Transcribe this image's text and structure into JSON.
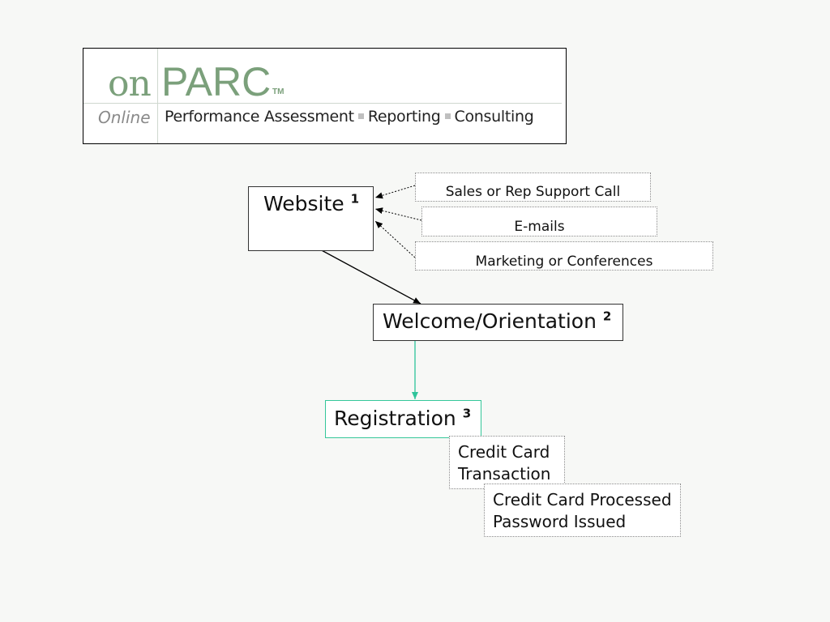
{
  "logo": {
    "on": "on",
    "parc": "PARC",
    "tm": "TM",
    "online": "Online",
    "tagline": [
      "Performance Assessment",
      "Reporting",
      "Consulting"
    ]
  },
  "nodes": {
    "website": {
      "label": "Website",
      "num": "1"
    },
    "welcome": {
      "label": "Welcome/Orientation",
      "num": "2"
    },
    "registration": {
      "label": "Registration",
      "num": "3"
    },
    "sales_call": "Sales or Rep Support Call",
    "emails": "E-mails",
    "marketing": "Marketing or Conferences",
    "cc_transaction": {
      "line1": "Credit Card",
      "line2": "Transaction"
    },
    "cc_processed": {
      "line1": "Credit Card Processed",
      "line2": "Password Issued"
    }
  },
  "colors": {
    "logo_green": "#7ba07b",
    "registration_border": "#35c79a",
    "arrow_teal": "#2ec49a"
  }
}
